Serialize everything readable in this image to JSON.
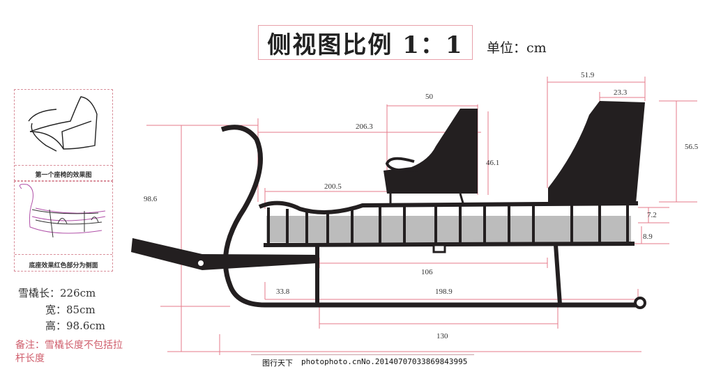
{
  "header": {
    "title": "侧视图比例 1：1",
    "unit": "单位：cm"
  },
  "panels": {
    "seat_caption": "第一个座椅的效果图",
    "base_caption": "底座效果红色部分为侧面"
  },
  "specs": {
    "length": "雪橇长：226cm",
    "width": "宽：85cm",
    "height": "高：98.6cm"
  },
  "note": "备注：雪橇长度不包括拉杆长度",
  "dimensions": {
    "seat1_width": "50",
    "overall_top": "206.3",
    "seat1_height": "46.1",
    "seat2_width": "51.9",
    "seat2_top": "23.3",
    "seat2_height": "56.5",
    "total_height": "98.6",
    "body_length": "200.5",
    "rail_height": "7.2",
    "tub_depth": "8.9",
    "leg_span": "106",
    "front_offset": "33.8",
    "runner_length": "198.9",
    "bottom_span": "130"
  },
  "footer": {
    "brand": "图行天下",
    "site": "photophoto.cn",
    "id": "No.20140707033869843995"
  }
}
